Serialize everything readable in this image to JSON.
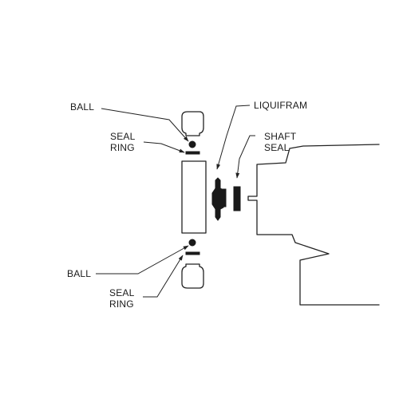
{
  "labels": {
    "ball_top": "BALL",
    "seal_ring_top": [
      "SEAL",
      "RING"
    ],
    "liquifram": "LIQUIFRAM",
    "shaft_seal": [
      "SHAFT",
      "SEAL"
    ],
    "ball_bottom": "BALL",
    "seal_ring_bottom": [
      "SEAL",
      "RING"
    ]
  }
}
